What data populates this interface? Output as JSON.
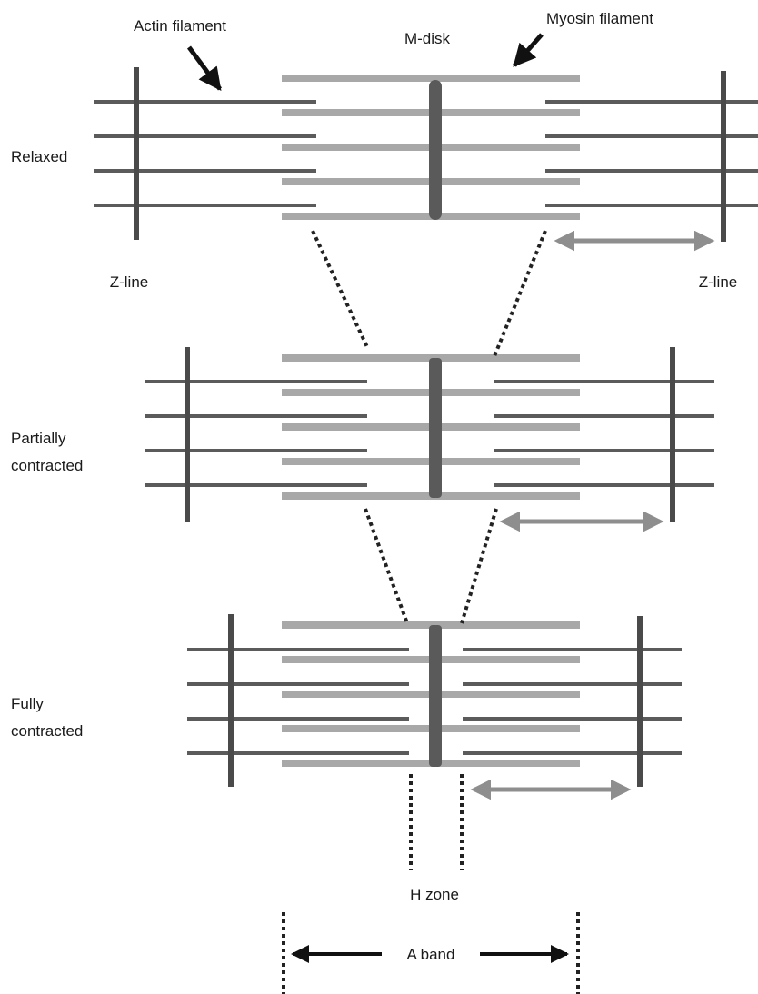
{
  "labels": {
    "actin_filament": "Actin filament",
    "m_disk": "M-disk",
    "myosin_filament": "Myosin filament",
    "z_line_left": "Z-line",
    "z_line_right": "Z-line",
    "h_zone": "H zone",
    "a_band": "A band"
  },
  "stages": [
    {
      "label_lines": [
        "Relaxed"
      ]
    },
    {
      "label_lines": [
        "Partially",
        "contracted"
      ]
    },
    {
      "label_lines": [
        "Fully",
        "contracted"
      ]
    }
  ],
  "colors": {
    "actin": "#5b5b5b",
    "myosin": "#a8a8a8",
    "z_line": "#4a4a4a",
    "m_disk": "#5a5a5a",
    "dotted": "#222222",
    "double_arrow": "#8e8e8e",
    "text": "#1a1a1a"
  }
}
